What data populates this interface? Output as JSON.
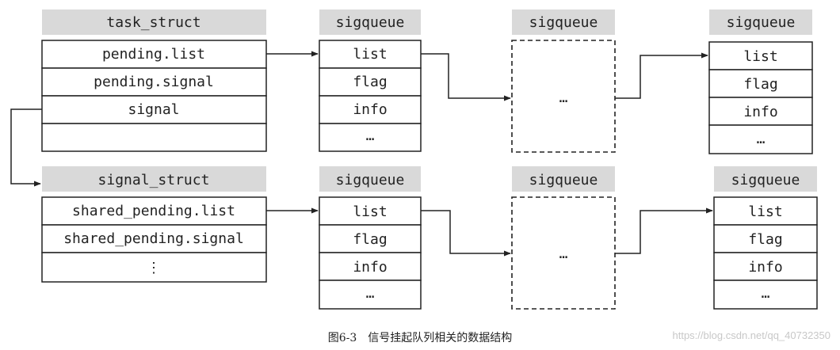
{
  "task_struct": {
    "title": "task_struct",
    "fields": [
      "pending.list",
      "pending.signal",
      "signal",
      ""
    ]
  },
  "signal_struct": {
    "title": "signal_struct",
    "fields": [
      "shared_pending.list",
      "shared_pending.signal",
      "⋮"
    ]
  },
  "sigqueue_label": "sigqueue",
  "sigqueue_fields": [
    "list",
    "flag",
    "info",
    "…"
  ],
  "ellipsis": "…",
  "caption": "图6-3　信号挂起队列相关的数据结构",
  "watermark": "https://blog.csdn.net/qq_40732350"
}
